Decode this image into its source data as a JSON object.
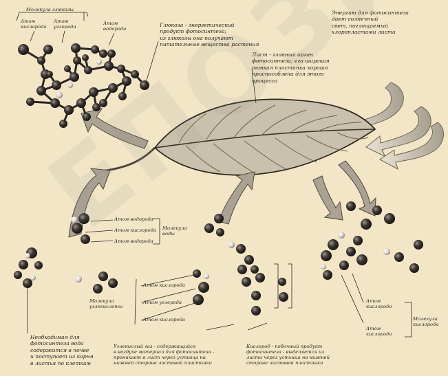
{
  "watermark": "ЕПОЗИТ",
  "labels": {
    "glucose_molecule": "Молекула глюкозы",
    "atom_oxygen_top": "Атом\nкислорода",
    "atom_carbon_top": "Атом\nуглерода",
    "atom_hydrogen_top": "Атом\nводорода",
    "glucose_desc": "Глюкоза - энергетический\nпродукт фотосинтеза;\nиз глюкозы она получают\nпитательные вещества растения",
    "energy_desc": "Энергию для фотосинтеза\nдает солнечный\nсвет, поглощаемый\nхлоропластами листа",
    "leaf_desc": "Лист - главный орган\nфотосинтеза; его широкая\nтонкая пластинка хорошо\nприспособлена для этого\nпроцесса",
    "water_h1": "Атом водорода",
    "water_o": "Атом кислорода",
    "water_h2": "Атом водорода",
    "water_molecule": "Молекула\nводы",
    "co2_o1": "Атом кислорода",
    "co2_c": "Атом углерода",
    "co2_o2": "Атом кислорода",
    "co2_molecule": "Молекула\nуглекислоты",
    "o2_atom1": "Атом\nкислорода",
    "o2_atom2": "Атом\nкислорода",
    "o2_molecule": "Молекула\nкислорода",
    "water_desc": "Необходимая для\nфотосинтеза вода\nсодержится в почве\nи поступает из корня\nв листья по клеткам",
    "co2_desc": "Углекислый газ - содержащийся\nв воздухе материал для фотосинтеза -\nпроникает в лист через устьица на\nнижней стороне листовой пластинки",
    "oxygen_desc": "Кислород - побочный продукт\nфотосинтеза - выделяется из\nлиста через устьица на нижней\nстороне листовой пластинки"
  },
  "colors": {
    "background": "#f2e6c6",
    "atom": "#2a2624",
    "ink": "#2b2620",
    "leaf": "#c9c1ac"
  }
}
